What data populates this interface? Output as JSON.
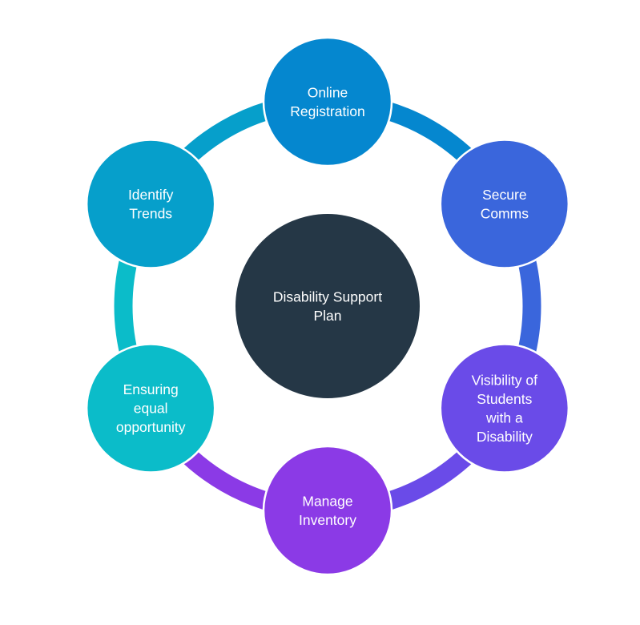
{
  "diagram": {
    "type": "cycle",
    "center": {
      "label_lines": [
        "Disability Support",
        "Plan"
      ],
      "color": "#253746"
    },
    "nodes": [
      {
        "id": "online-registration",
        "label_lines": [
          "Online",
          "Registration"
        ],
        "color": "#0587cf",
        "arc_color": "#0587cf"
      },
      {
        "id": "secure-comms",
        "label_lines": [
          "Secure",
          "Comms"
        ],
        "color": "#3a66dc",
        "arc_color": "#3a66dc"
      },
      {
        "id": "visibility-of-students",
        "label_lines": [
          "Visibility of",
          "Students",
          "with a",
          "Disability"
        ],
        "color": "#6a4be8",
        "arc_color": "#6a4be8"
      },
      {
        "id": "manage-inventory",
        "label_lines": [
          "Manage",
          "Inventory"
        ],
        "color": "#8b3ae6",
        "arc_color": "#8b3ae6"
      },
      {
        "id": "ensuring-equal-opportunity",
        "label_lines": [
          "Ensuring",
          "equal",
          "opportunity"
        ],
        "color": "#0bbcc9",
        "arc_color": "#0bbcc9"
      },
      {
        "id": "identify-trends",
        "label_lines": [
          "Identify",
          "Trends"
        ],
        "color": "#069fcb",
        "arc_color": "#069fcb"
      }
    ]
  }
}
